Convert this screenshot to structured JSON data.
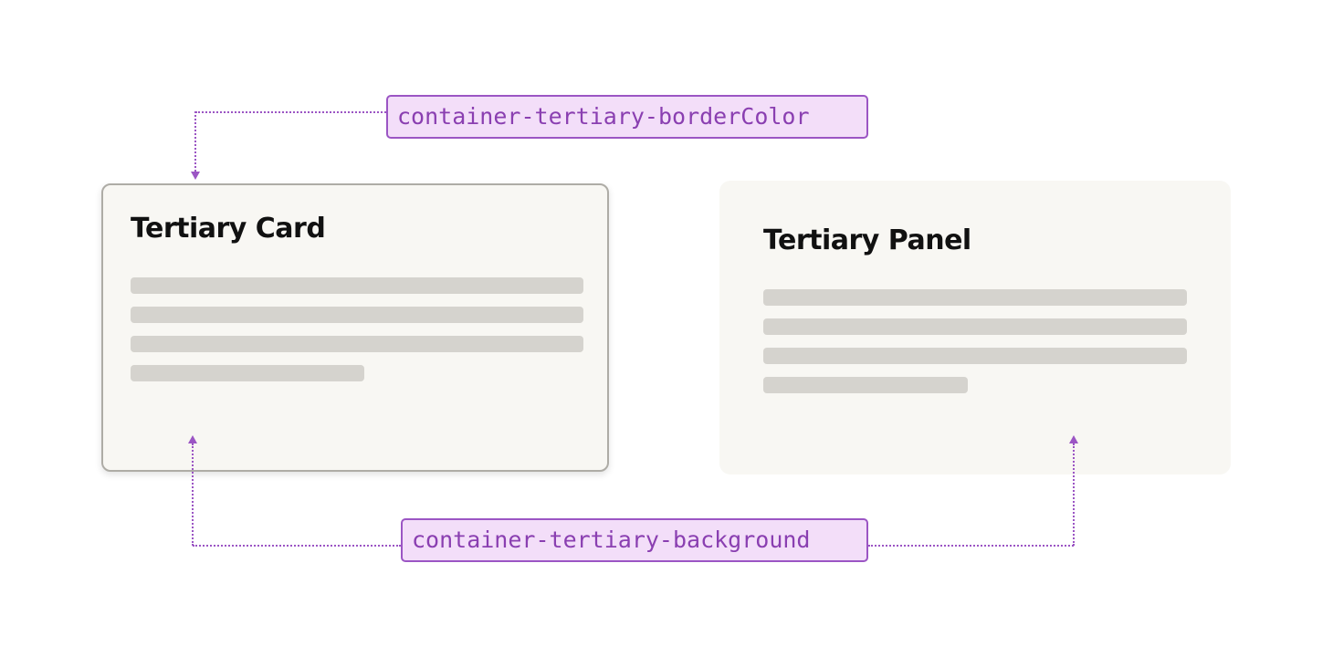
{
  "card": {
    "title": "Tertiary Card",
    "background": "#f8f7f3",
    "border_color": "#aeaca6",
    "placeholder_lines": 4
  },
  "panel": {
    "title": "Tertiary Panel",
    "background": "#f8f7f3",
    "placeholder_lines": 4
  },
  "annotations": {
    "border_label": "container-tertiary-borderColor",
    "background_label": "container-tertiary-background",
    "accent_color": "#9b55c4",
    "label_background": "#f3def9"
  }
}
